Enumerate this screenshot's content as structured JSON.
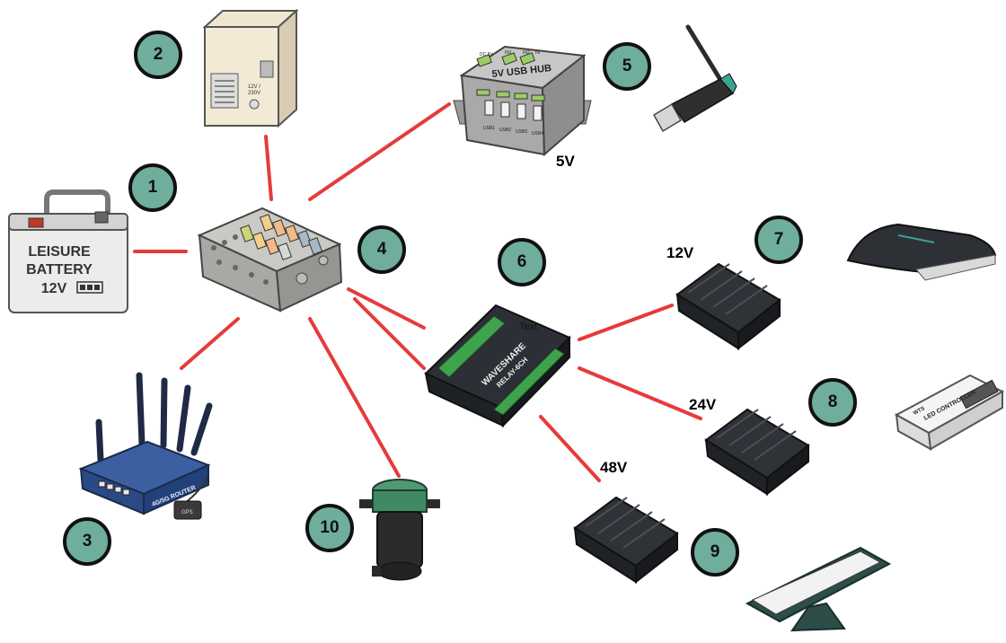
{
  "diagram": {
    "badges": [
      "1",
      "2",
      "3",
      "4",
      "5",
      "6",
      "7",
      "8",
      "9",
      "10"
    ],
    "voltage_labels": {
      "usb": "5V",
      "v12": "12V",
      "v24": "24V",
      "v48": "48V"
    },
    "relay_note": "Text",
    "device_text": {
      "battery_line1": "LEISURE",
      "battery_line2": "BATTERY",
      "battery_line3": "12V",
      "fridge_rating_1": "12V /",
      "fridge_rating_2": "230V",
      "usb_hub_title": "5V USB HUB",
      "usb_port_1": "USB1",
      "usb_port_2": "USB2",
      "usb_port_3": "USB3",
      "usb_port_4": "USB4",
      "usb_dc": "DC 5V",
      "usb_in1": "IN1",
      "usb_in2": "IN2",
      "usb_in": "IN",
      "router_label": "4G/5G ROUTER",
      "gps_label": "GPS",
      "relay_brand": "WAVESHARE",
      "relay_model": "RELAY-6CH",
      "led_brand": "WTS",
      "led_label": "LED CONTROLLER"
    },
    "colors": {
      "wire": "#e53b3b",
      "badge_fill": "#6fae9c",
      "badge_border": "#111111"
    }
  }
}
